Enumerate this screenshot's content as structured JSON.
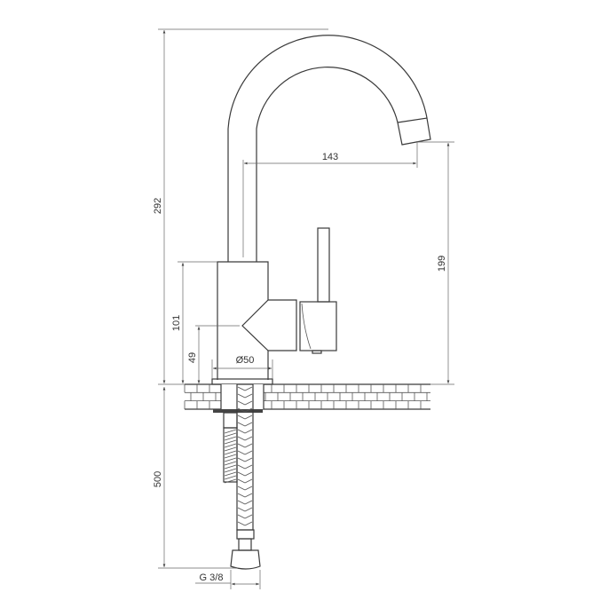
{
  "drawing": {
    "dimensions": {
      "total_height": "292",
      "hose_length": "500",
      "body_height": "101",
      "outlet_height": "49",
      "base_diameter": "Ø50",
      "spout_reach": "143",
      "spout_clearance": "199",
      "connection_thread": "G 3/8"
    },
    "line_color": "#3a3a3a"
  }
}
